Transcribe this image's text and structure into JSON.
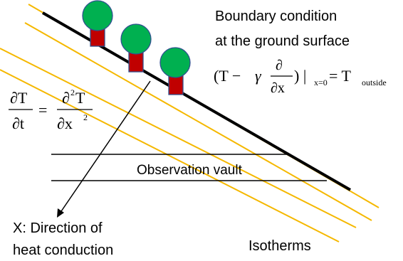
{
  "labels": {
    "boundary_line1": "Boundary condition",
    "boundary_line2": "at the ground surface",
    "vault": "Observation vault",
    "direction_line1": "X: Direction of",
    "direction_line2": "heat conduction",
    "isotherms": "Isotherms"
  },
  "boundary_equation": {
    "open": "(T − ",
    "gamma": "γ",
    "partial_num": "∂",
    "partial_den": "∂x",
    "close_bar": ") |",
    "subscript": "x=0",
    "equals": "= T",
    "t_subscript": "outside"
  },
  "heat_equation": {
    "lhs_num": "∂T",
    "lhs_den": "∂t",
    "equals": "=",
    "rhs_num_d": "∂",
    "rhs_num_exp": "2",
    "rhs_num_t": "T",
    "rhs_den_x": "∂x",
    "rhs_den_exp": "2"
  },
  "colors": {
    "ground_line": "#000000",
    "isotherm": "#f5b800",
    "tree_crown": "#00b050",
    "tree_trunk": "#c00000",
    "outline": "#2f528f"
  },
  "icons": {
    "tree": "tree-icon",
    "arrow": "arrow-icon"
  }
}
